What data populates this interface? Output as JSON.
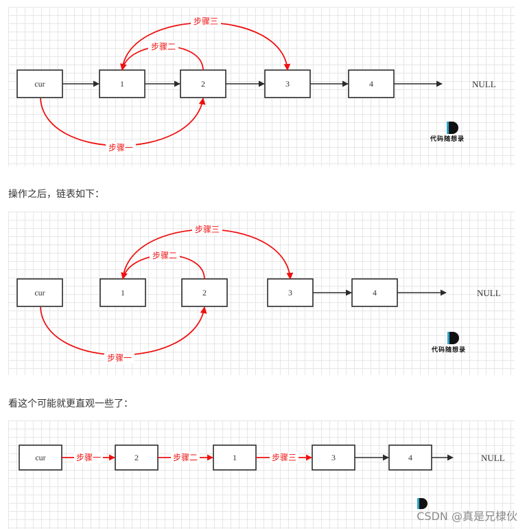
{
  "diagram1": {
    "nodes": {
      "cur": "cur",
      "n1": "1",
      "n2": "2",
      "n3": "3",
      "n4": "4"
    },
    "null_label": "NULL",
    "steps": {
      "one": "步骤一",
      "two": "步骤二",
      "three": "步骤三"
    },
    "logo_text": "代码随想录"
  },
  "caption1": "操作之后，链表如下：",
  "diagram2": {
    "nodes": {
      "cur": "cur",
      "n1": "1",
      "n2": "2",
      "n3": "3",
      "n4": "4"
    },
    "null_label": "NULL",
    "steps": {
      "one": "步骤一",
      "two": "步骤二",
      "three": "步骤三"
    },
    "logo_text": "代码随想录"
  },
  "caption2": "看这个可能就更直观一些了：",
  "diagram3": {
    "nodes": {
      "cur": "cur",
      "n2": "2",
      "n1": "1",
      "n3": "3",
      "n4": "4"
    },
    "null_label": "NULL",
    "steps": {
      "one": "步骤一",
      "two": "步骤二",
      "three": "步骤三"
    }
  },
  "watermark": "CSDN @真是兄棣伙",
  "colors": {
    "red": "#ee1111",
    "black": "#2b2b2b",
    "grid": "#e6e6e6"
  }
}
